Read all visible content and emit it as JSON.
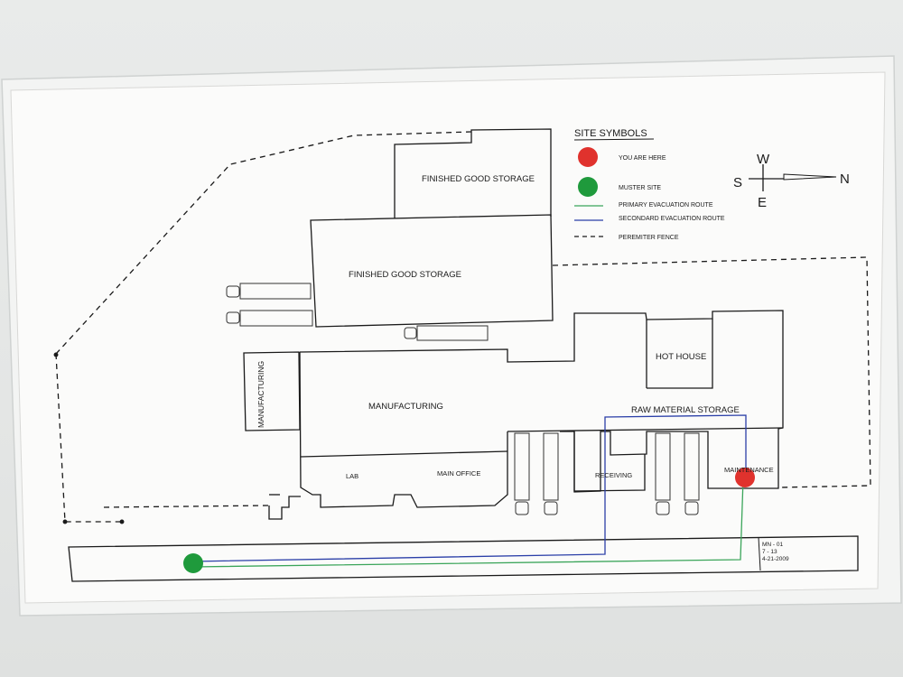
{
  "legend": {
    "title": "SITE SYMBOLS",
    "you_are_here": "YOU ARE HERE",
    "muster_site": "MUSTER SITE",
    "primary_route": "PRIMARY EVACUATION ROUTE",
    "secondary_route": "SECONDARD EVACUATION ROUTE",
    "perimeter_fence": "PEREMITER FENCE"
  },
  "compass": {
    "west": "W",
    "south": "S",
    "north": "N",
    "east": "E"
  },
  "buildings": {
    "finished_good_storage_top": "FINISHED GOOD STORAGE",
    "finished_good_storage_main": "FINISHED GOOD STORAGE",
    "manufacturing_side": "MANUFACTURING",
    "manufacturing": "MANUFACTURING",
    "hot_house": "HOT HOUSE",
    "raw_material_storage": "RAW MATERIAL STORAGE",
    "lab": "LAB",
    "main_office": "MAIN OFFICE",
    "receiving": "RECEIVING",
    "maintenance": "MAINTENANCE"
  },
  "doc_info": {
    "line1": "MN - 01",
    "line2": "7 - 13",
    "line3": "4-21-2009"
  },
  "colors": {
    "you_are_here": "#e0322d",
    "muster_site": "#1f9a3c",
    "primary_route": "#3ba55a",
    "secondary_route": "#2b3fa8",
    "ink": "#1a1a1a"
  }
}
